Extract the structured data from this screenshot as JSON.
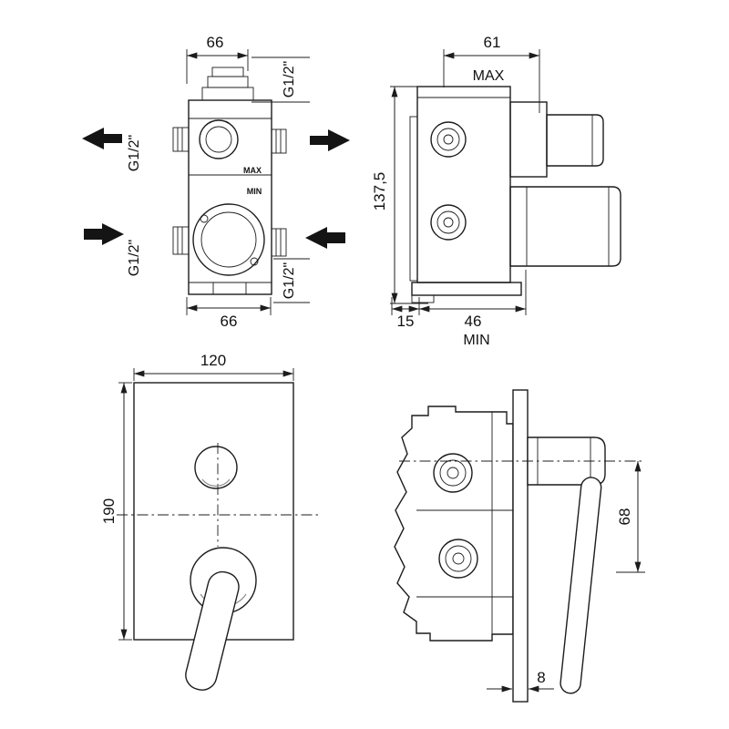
{
  "colors": {
    "line": "#1c1c1c",
    "background": "#ffffff"
  },
  "views": {
    "rough_front": {
      "dim_width_top": "66",
      "dim_width_bottom": "66",
      "port_top_left": "G1/2\"",
      "port_bottom_left": "G1/2\"",
      "port_top_right": "G1/2\"",
      "port_bottom_right": "G1/2\"",
      "label_max": "MAX",
      "label_min": "MIN"
    },
    "rough_side": {
      "dim_width": "61",
      "label_max": "MAX",
      "dim_height": "137,5",
      "dim_depth_plate": "15",
      "dim_depth_body": "46",
      "label_min": "MIN"
    },
    "trim_front": {
      "dim_width": "120",
      "dim_height": "190"
    },
    "trim_side": {
      "dim_handle_offset": "68",
      "dim_plate_thickness": "8"
    }
  }
}
